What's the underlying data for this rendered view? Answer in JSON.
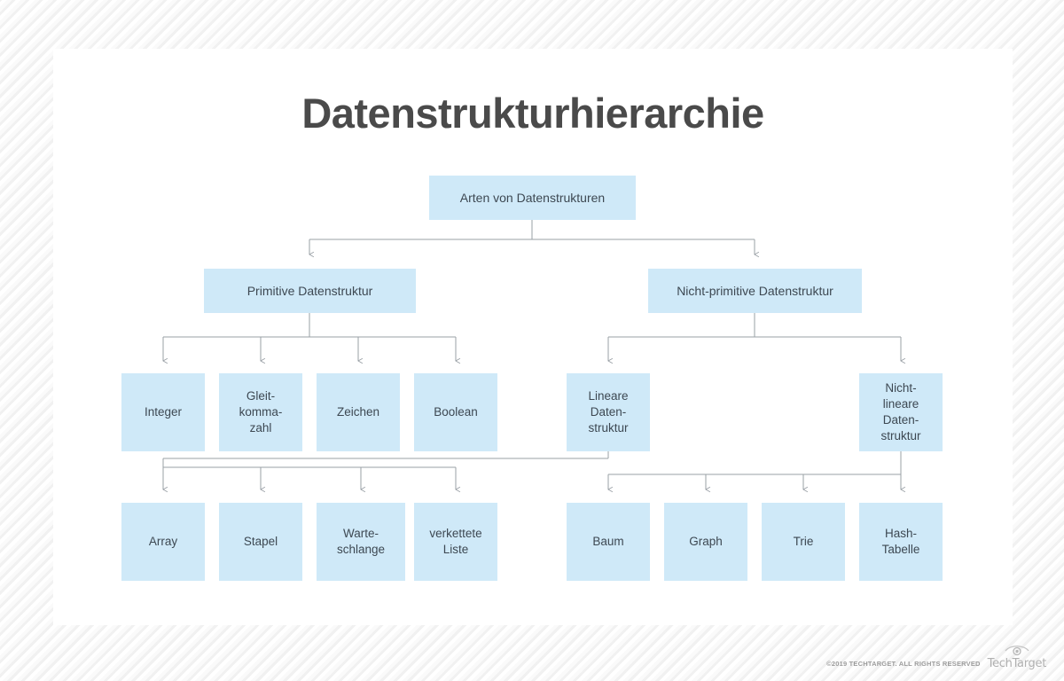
{
  "page": {
    "title": "Datenstrukturhierarchie",
    "card_background": "#ffffff",
    "node_fill": "#cfe9f8",
    "node_text_color": "#3d4852",
    "connector_color": "#9aa0a6",
    "title_color": "#4a4a4a"
  },
  "diagram": {
    "type": "tree",
    "root": {
      "label": "Arten von Datenstrukturen"
    },
    "level2": [
      {
        "label": "Primitive Datenstruktur"
      },
      {
        "label": "Nicht-primitive Datenstruktur"
      }
    ],
    "level3_primitive": [
      {
        "label": "Integer"
      },
      {
        "label": "Gleit-\nkomma-\nzahl"
      },
      {
        "label": "Zeichen"
      },
      {
        "label": "Boolean"
      }
    ],
    "level3_nonprimitive": [
      {
        "label": "Lineare\nDaten-\nstruktur"
      },
      {
        "label": "Nicht-\nlineare\nDaten-\nstruktur"
      }
    ],
    "level4_linear": [
      {
        "label": "Array"
      },
      {
        "label": "Stapel"
      },
      {
        "label": "Warte-\nschlange"
      },
      {
        "label": "verkettete\nListe"
      }
    ],
    "level4_nonlinear": [
      {
        "label": "Baum"
      },
      {
        "label": "Graph"
      },
      {
        "label": "Trie"
      },
      {
        "label": "Hash-\nTabelle"
      }
    ]
  },
  "footer": {
    "copyright": "©2019 TECHTARGET. ALL RIGHTS RESERVED",
    "brand": "TechTarget"
  }
}
